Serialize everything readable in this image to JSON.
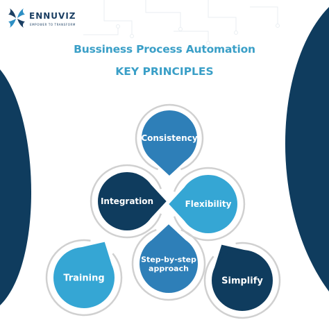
{
  "brand": {
    "name": "ENNUVIZ",
    "tagline": "EMPOWER TO TRANSFORM"
  },
  "title": "Bussiness Process Automation",
  "subtitle": "KEY PRINCIPLES",
  "colors": {
    "dark_blue": "#0f3c5e",
    "mid_blue": "#2e7fb8",
    "light_blue": "#35a6d4",
    "title_blue": "#3a9fc7",
    "shadow_gray": "#d4d4d4"
  },
  "principles": [
    {
      "label": "Consistency",
      "lines": [
        "Consistency"
      ],
      "color": "mid_blue"
    },
    {
      "label": "Integration",
      "lines": [
        "Integration"
      ],
      "color": "dark_blue"
    },
    {
      "label": "Flexibility",
      "lines": [
        "Flexibility"
      ],
      "color": "light_blue"
    },
    {
      "label": "Training",
      "lines": [
        "Training"
      ],
      "color": "light_blue"
    },
    {
      "label": "Step-by-step approach",
      "lines": [
        "Step-by-step",
        "approach"
      ],
      "color": "mid_blue"
    },
    {
      "label": "Simplify",
      "lines": [
        "Simplify"
      ],
      "color": "dark_blue"
    }
  ]
}
